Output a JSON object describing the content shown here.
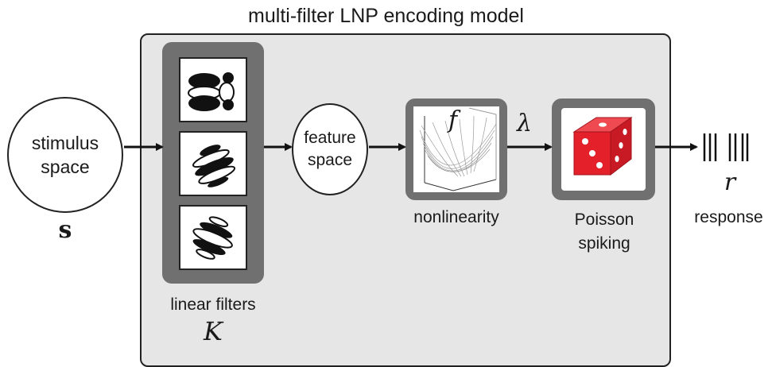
{
  "title": "multi-filter LNP encoding model",
  "stimulus": {
    "line1": "stimulus",
    "line2": "space",
    "symbol": "s"
  },
  "filters": {
    "label": "linear filters",
    "symbol": "K",
    "tiles": [
      "filter-1",
      "filter-2",
      "filter-3"
    ]
  },
  "feature": {
    "line1": "feature",
    "line2": "space"
  },
  "nonlinearity": {
    "label": "nonlinearity",
    "symbol": "f"
  },
  "rate": {
    "symbol": "λ"
  },
  "poisson": {
    "line1": "Poisson",
    "line2": "spiking"
  },
  "response": {
    "symbol": "r",
    "label": "response"
  },
  "colors": {
    "box_fill": "#e6e6e6",
    "panel_dark": "#707070",
    "die_red": "#e4202b",
    "outline": "#222222"
  }
}
